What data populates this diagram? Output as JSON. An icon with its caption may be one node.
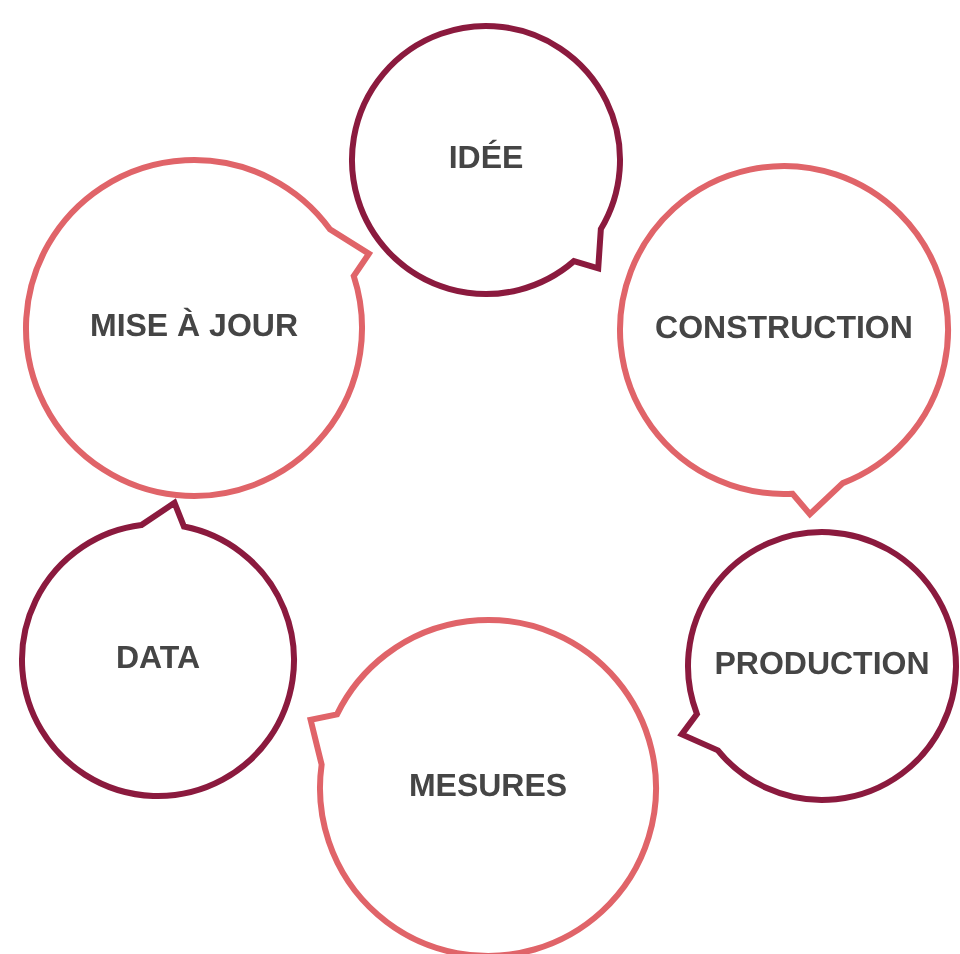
{
  "diagram": {
    "nodes": [
      {
        "text": [
          "IDÉE"
        ]
      },
      {
        "text": [
          "CONSTRUCTION"
        ]
      },
      {
        "text": [
          "PRODUCTION"
        ]
      },
      {
        "text": [
          "MESURES"
        ]
      },
      {
        "text": [
          "DATA"
        ]
      },
      {
        "text": [
          "MISE À JOUR"
        ]
      }
    ]
  }
}
